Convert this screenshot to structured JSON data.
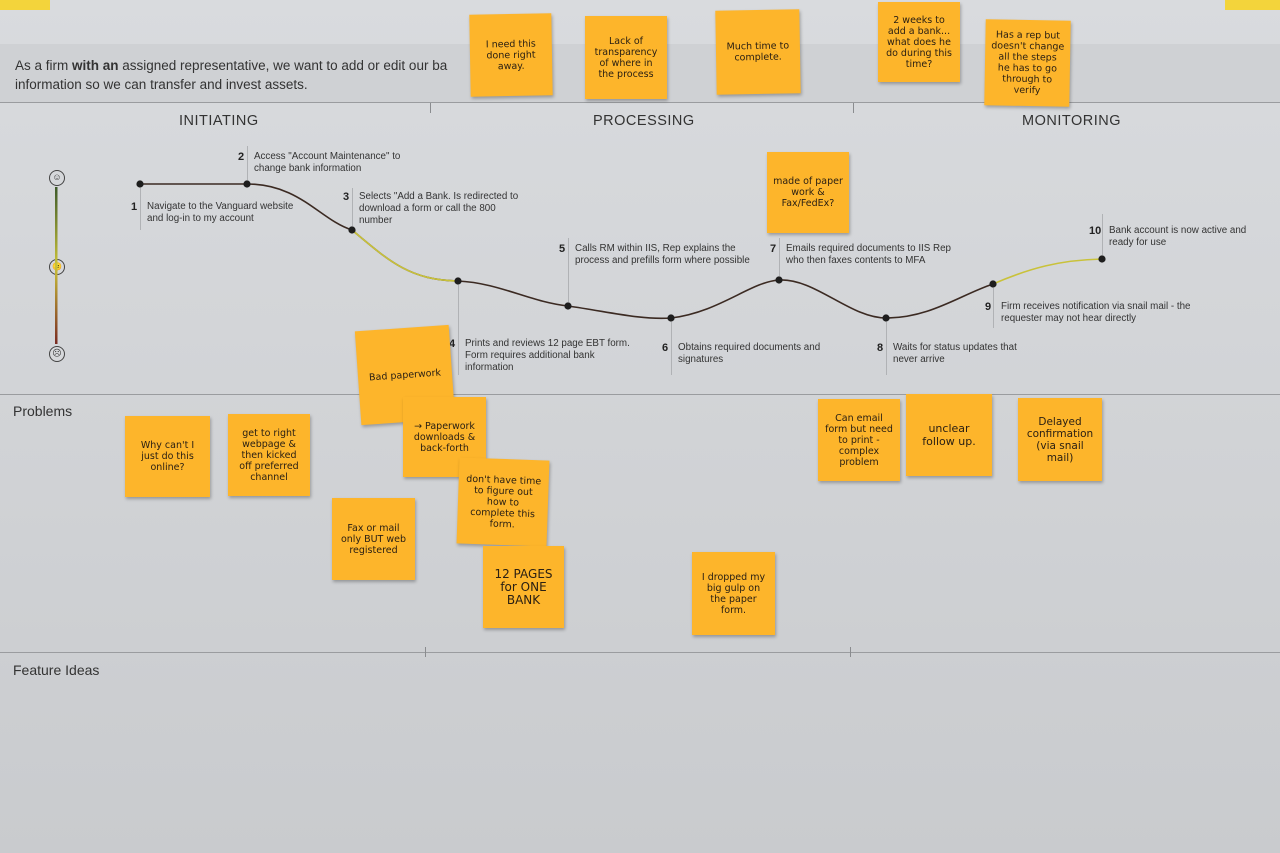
{
  "goal": {
    "pre": "As a firm ",
    "bold": "with an",
    "post": " assigned representative, we want to add or edit our ba",
    "line2": "information so we can transfer and invest assets."
  },
  "phases": [
    "INITIATING",
    "PROCESSING",
    "MONITORING"
  ],
  "sections": {
    "problems": "Problems",
    "features": "Feature Ideas"
  },
  "steps": [
    {
      "num": "1",
      "text": "Navigate to the Vanguard website and log-in to my account"
    },
    {
      "num": "2",
      "text": "Access \"Account Maintenance\" to change bank information"
    },
    {
      "num": "3",
      "text": "Selects \"Add a Bank. Is redirected to download a form or call the 800 number"
    },
    {
      "num": "4",
      "text": "Prints and reviews 12 page EBT form. Form requires additional bank information"
    },
    {
      "num": "5",
      "text": "Calls RM within IIS, Rep explains the process and prefills form where possible"
    },
    {
      "num": "6",
      "text": "Obtains required documents and signatures"
    },
    {
      "num": "7",
      "text": "Emails required documents to IIS Rep who then faxes contents to MFA"
    },
    {
      "num": "8",
      "text": "Waits for status updates that never arrive"
    },
    {
      "num": "9",
      "text": "Firm receives notification via snail mail - the requester may not hear directly"
    },
    {
      "num": "10",
      "text": "Bank account is now active and ready for use"
    }
  ],
  "emotion_scale": {
    "happy": "☺",
    "neutral": "😐",
    "sad": "☹"
  },
  "colors": {
    "sticky": "#fdb52b",
    "curve_dark": "#3b2a22",
    "curve_yellow": "#c9c23a",
    "scale_green": "#3d5a2a",
    "scale_red": "#7a2a22"
  },
  "stickies": {
    "s_need_now": "I need this done right away.",
    "s_lack_transparency": "Lack of transparency of where in the process",
    "s_much_time": "Much time to complete.",
    "s_two_weeks": "2 weeks to add a bank... what does he do during this time?",
    "s_has_rep": "Has a rep but doesn't change all the steps he has to go through to verify",
    "s_made_of_paper": "made of paper work & Fax/FedEx?",
    "s_bad_paper": "Bad paperwork",
    "s_why_online": "Why can't I just do this online?",
    "s_get_to_right": "get to right webpage & then kicked off preferred channel",
    "s_paperwork_back": "→ Paperwork downloads & back-forth",
    "s_fax_mail": "Fax or mail only BUT web registered",
    "s_no_time": "don't have time to figure out how to complete this form.",
    "s_twelve_pages": "12 PAGES for ONE BANK",
    "s_big_gulp": "I dropped my big gulp on the paper form.",
    "s_can_email": "Can email form but need to print - complex problem",
    "s_unclear": "unclear follow up.",
    "s_delayed": "Delayed confirmation (via snail mail)"
  }
}
